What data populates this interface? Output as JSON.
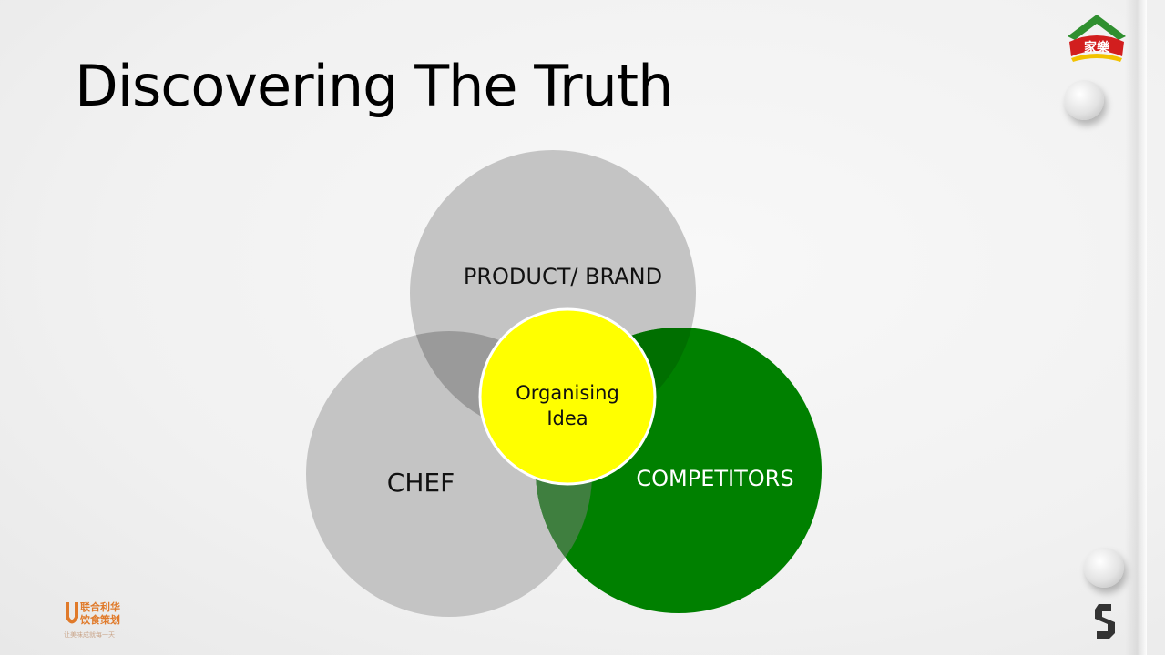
{
  "slide": {
    "title": "Discovering The Truth"
  },
  "venn": {
    "top_circle_label": "PRODUCT/ BRAND",
    "left_circle_label": "CHEF",
    "right_circle_label": "COMPETITORS",
    "center_label_line1": "Organising",
    "center_label_line2": "Idea",
    "colors": {
      "gray": "#c4c4c4",
      "green": "#008000",
      "overlap_gray": "#9a9a9a",
      "overlap_green": "#3f7f3f",
      "center": "#ffff00"
    }
  },
  "logos": {
    "top_right_brand": "家樂",
    "footer_brand_line1": "联合利华",
    "footer_brand_line2": "饮食策划",
    "footer_tagline": "让美味成就每一天"
  }
}
